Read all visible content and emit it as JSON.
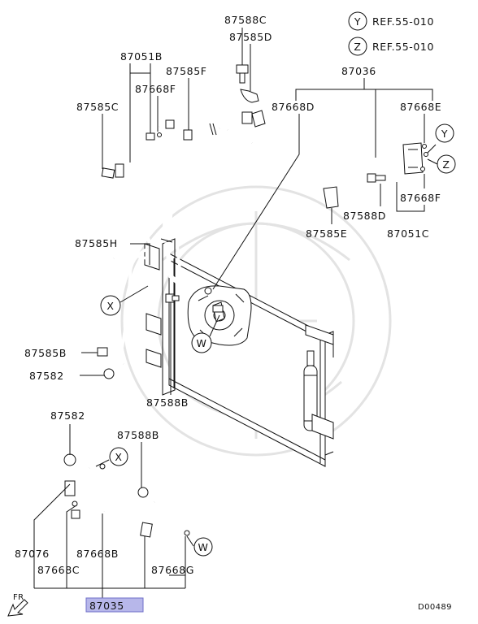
{
  "refs": [
    {
      "letter": "Y",
      "text": "REF.55-010"
    },
    {
      "letter": "Z",
      "text": "REF.55-010"
    }
  ],
  "callouts": {
    "x_upper": "X",
    "x_lower": "X",
    "w_upper": "W",
    "w_lower": "W",
    "y_side": "Y",
    "z_side": "Z"
  },
  "labels": {
    "p87588C": "87588C",
    "p87585D": "87585D",
    "p87051B": "87051B",
    "p87585F": "87585F",
    "p87668F_left": "87668F",
    "p87585C": "87585C",
    "p87036": "87036",
    "p87668D": "87668D",
    "p87668E": "87668E",
    "p87668F_right": "87668F",
    "p87588D": "87588D",
    "p87585E": "87585E",
    "p87051C": "87051C",
    "p87585H": "87585H",
    "p87585B": "87585B",
    "p87582_upper": "87582",
    "p87588B_upper": "87588B",
    "p87582_lower": "87582",
    "p87588B_lower": "87588B",
    "p87076": "87076",
    "p87668C": "87668C",
    "p87668B": "87668B",
    "p87668G": "87668G",
    "p87035": "87035"
  },
  "direction_label": "FR",
  "diagram_code": "D00489",
  "colors": {
    "highlight_fill": "#b7b7ea",
    "highlight_border": "#6f6fc8",
    "line": "#111111"
  }
}
